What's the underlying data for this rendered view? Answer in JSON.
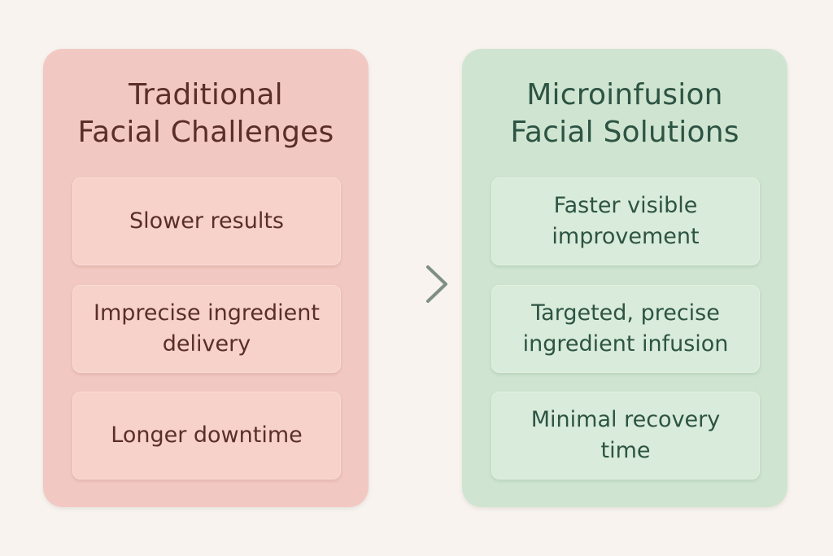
{
  "left_panel": {
    "title": "Traditional\nFacial Challenges",
    "items": [
      "Slower results",
      "Imprecise ingredient delivery",
      "Longer downtime"
    ]
  },
  "right_panel": {
    "title": "Microinfusion\nFacial Solutions",
    "items": [
      "Faster visible improvement",
      "Targeted, precise ingredient infusion",
      "Minimal recovery time"
    ]
  },
  "colors": {
    "background": "#f8f3ef",
    "left_panel": "#f2c9c2",
    "right_panel": "#cfe5d1",
    "left_text": "#5b2e2a",
    "right_text": "#2d5443",
    "arrow": "#7f8f86"
  },
  "icons": {
    "arrow": "arrow-right-icon"
  }
}
